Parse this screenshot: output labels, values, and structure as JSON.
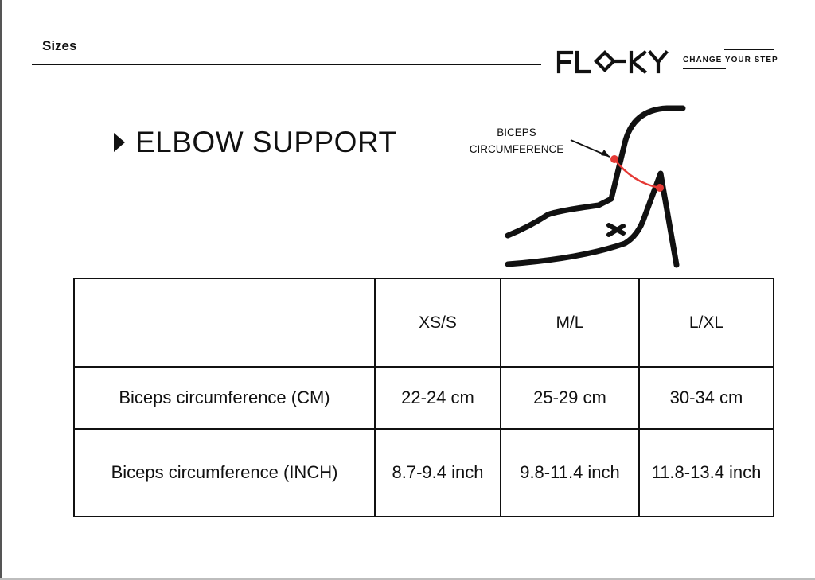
{
  "header": {
    "page_label": "Sizes",
    "brand": {
      "logo_text": "FLOKY",
      "tagline": "CHANGE YOUR STEP"
    }
  },
  "title": {
    "icon": "play-triangle-icon",
    "text": "ELBOW SUPPORT"
  },
  "illustration": {
    "callout": {
      "line1": "BICEPS",
      "line2": "CIRCUMFERENCE"
    },
    "accent_color": "#e53935"
  },
  "size_table": {
    "columns": [
      "",
      "XS/S",
      "M/L",
      "L/XL"
    ],
    "rows": [
      {
        "label": "Biceps circumference (CM)",
        "values": [
          "22-24 cm",
          "25-29 cm",
          "30-34 cm"
        ]
      },
      {
        "label": "Biceps circumference (INCH)",
        "values": [
          "8.7-9.4 inch",
          "9.8-11.4 inch",
          "11.8-13.4 inch"
        ]
      }
    ]
  }
}
